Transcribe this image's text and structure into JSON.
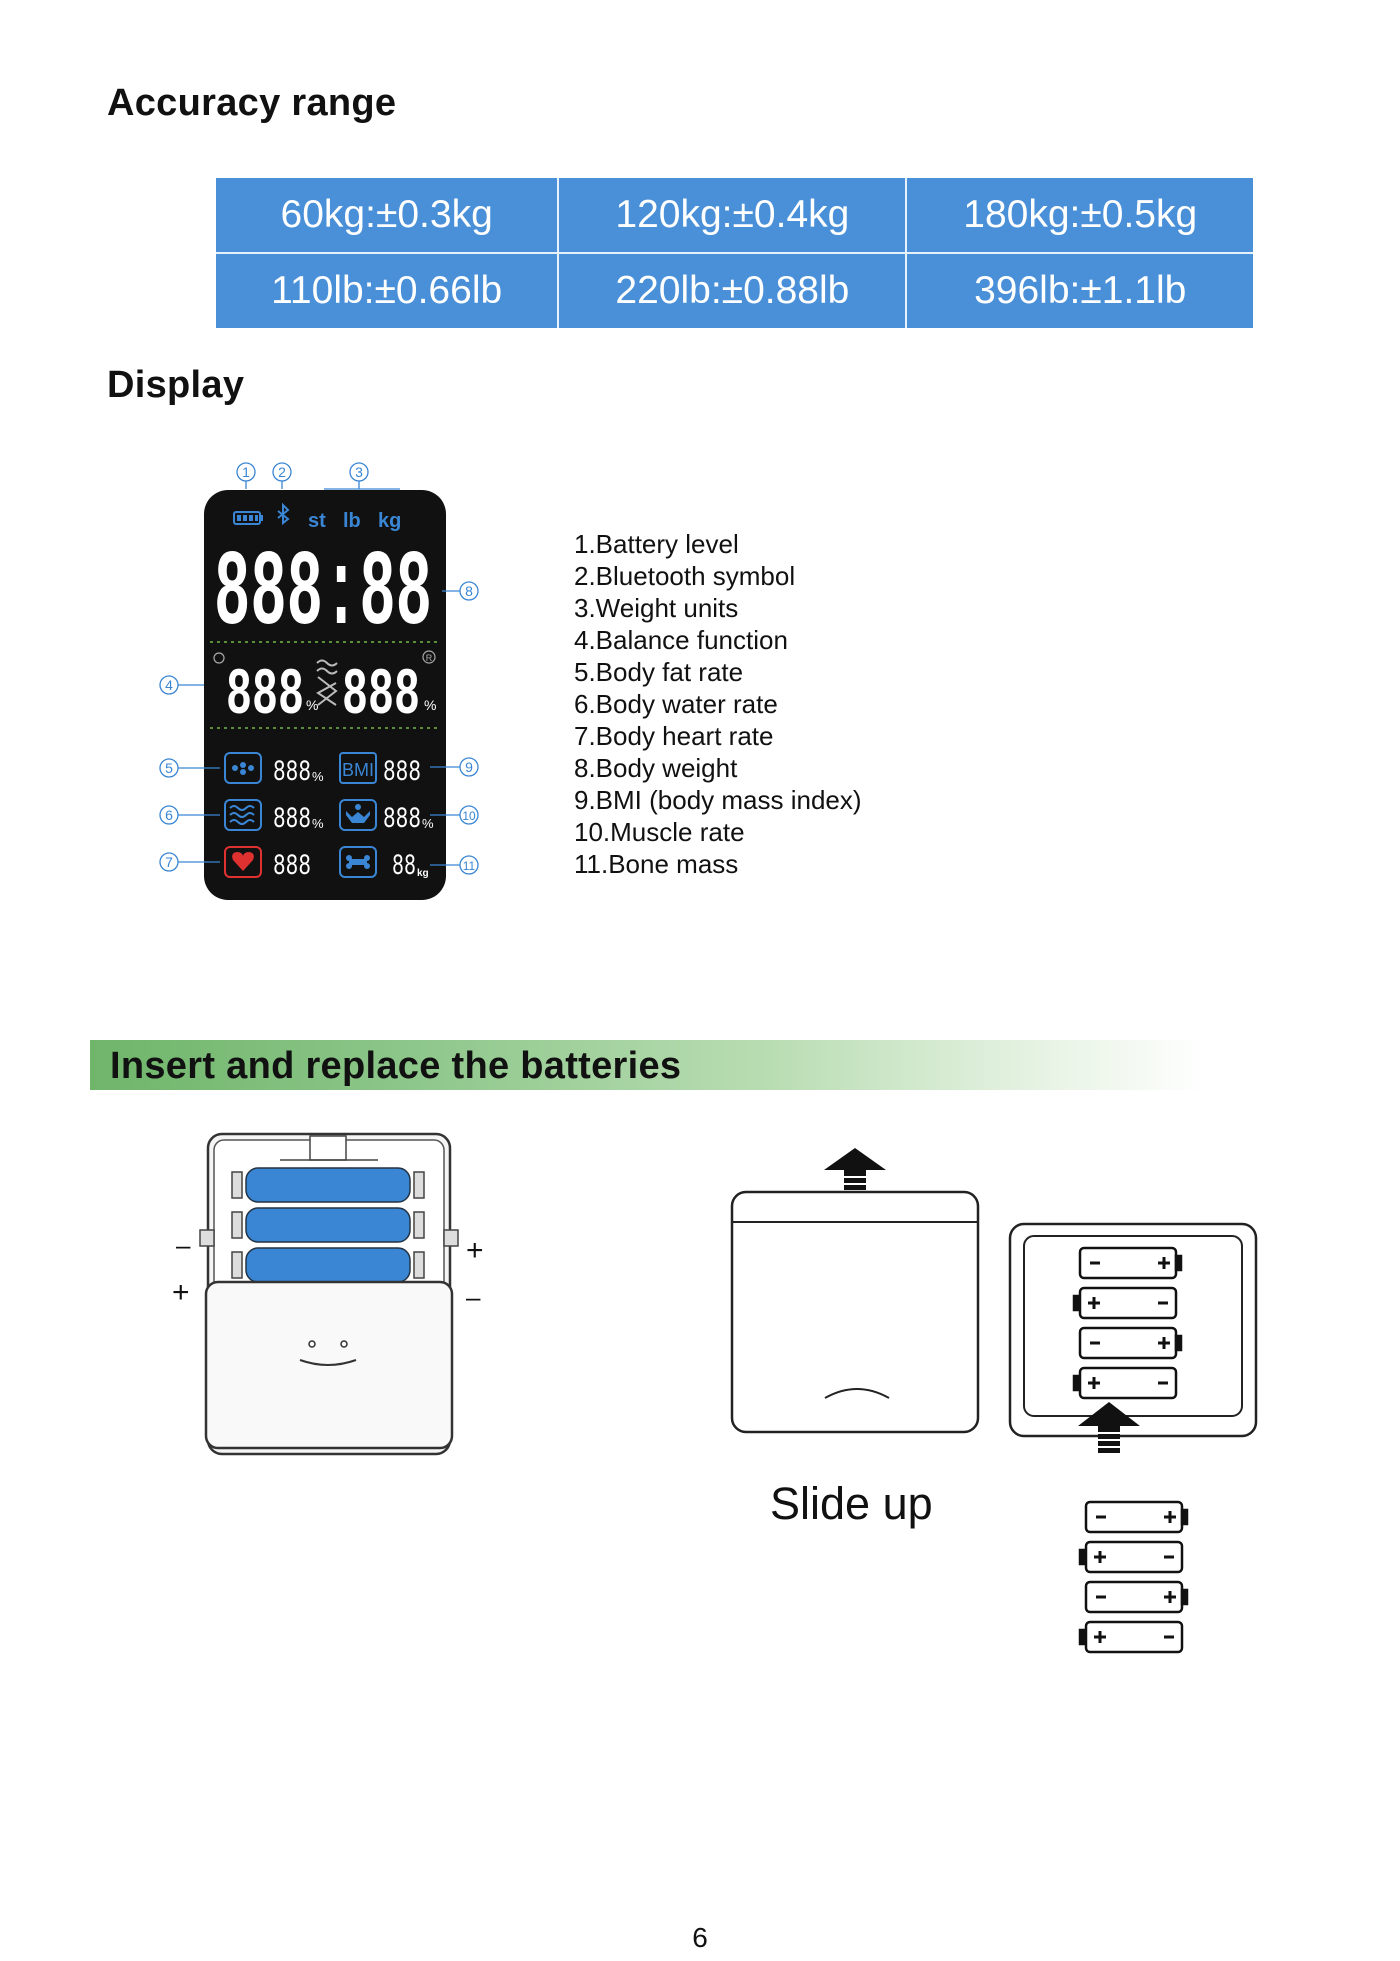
{
  "accuracy": {
    "title": "Accuracy range",
    "rows": [
      [
        "60kg:±0.3kg",
        "120kg:±0.4kg",
        "180kg:±0.5kg"
      ],
      [
        "110lb:±0.66lb",
        "220lb:±0.88lb",
        "396lb:±1.1lb"
      ]
    ]
  },
  "display": {
    "title": "Display",
    "screen": {
      "units": [
        "st",
        "lb",
        "kg"
      ],
      "weight_digits": "888:88",
      "left_digits": "888",
      "right_digits": "888",
      "percent": "%",
      "bmi_label": "BMI",
      "kg_suffix": "kg",
      "row5_a": "888",
      "row5_b": "888",
      "row6_a": "888",
      "row6_b": "888",
      "row7_a": "888",
      "row7_b": "88",
      "callouts": [
        "①",
        "②",
        "③",
        "④",
        "⑤",
        "⑥",
        "⑦",
        "⑧",
        "⑨",
        "⑩",
        "⑪"
      ]
    },
    "legend": [
      "1.Battery level",
      "2.Bluetooth symbol",
      "3.Weight units",
      "4.Balance function",
      "5.Body fat rate",
      "6.Body water rate",
      "7.Body heart rate",
      "8.Body weight",
      "9.BMI (body mass index)",
      "10.Muscle rate",
      "11.Bone mass"
    ]
  },
  "batteries": {
    "title": "Insert and replace the batteries",
    "slide_label": "Slide up",
    "polarity_left_top": "–",
    "polarity_left_bottom": "+",
    "polarity_right_top": "+",
    "polarity_right_bottom": "–",
    "colors": {
      "battery_blue": "#3a86d4",
      "banner_green": "#6fb56a",
      "table_blue": "#4a90d9"
    }
  },
  "page_number": "6"
}
